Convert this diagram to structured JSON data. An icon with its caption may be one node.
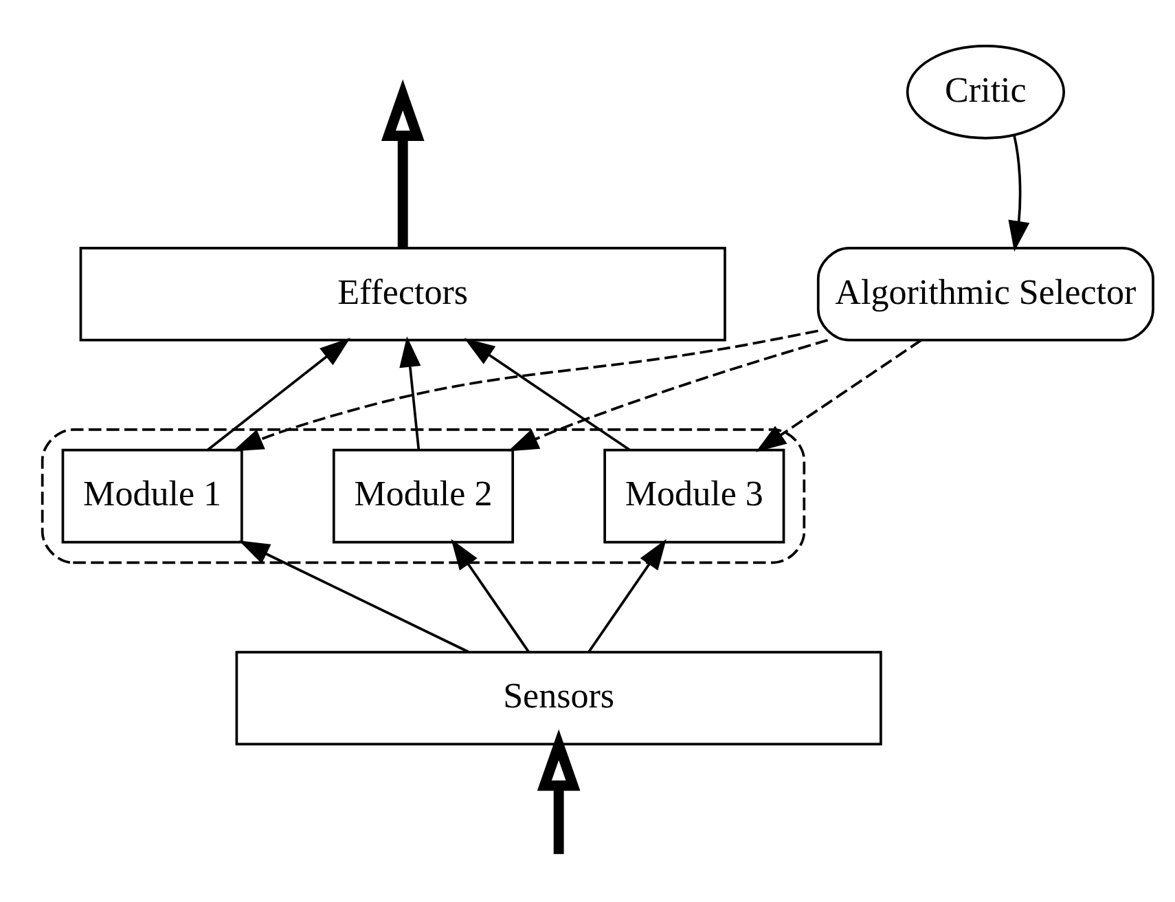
{
  "diagram": {
    "nodes": [
      {
        "text": [
          "Effectors"
        ]
      },
      {
        "text": [],
        "shape": "box"
      },
      {
        "text": [
          "Module 1"
        ],
        "in": 1
      },
      {
        "text": [
          "Module 2"
        ],
        "in": 1
      },
      {
        "text": [
          "Module 3"
        ],
        "in": 1
      },
      {
        "text": [
          "Sensors"
        ]
      },
      {
        "text": [
          "Critic"
        ]
      },
      {
        "text": [
          "Algorithmic Selector"
        ]
      }
    ],
    "edges": [
      {
        "from": null,
        "to": 5,
        "arrow": "to",
        "style": "thick"
      },
      {
        "from": 5,
        "to": 2,
        "arrow": "to"
      },
      {
        "from": 5,
        "to": 3,
        "arrow": "to"
      },
      {
        "from": 5,
        "to": 4,
        "arrow": "to"
      },
      {
        "from": 2,
        "to": 0,
        "arrow": "to"
      },
      {
        "from": 3,
        "to": 0,
        "arrow": "to"
      },
      {
        "from": 4,
        "to": 0,
        "arrow": "to"
      },
      {
        "from": 0,
        "to": null,
        "arrow": "to",
        "style": "thick"
      },
      {
        "from": 6,
        "to": 7,
        "arrow": "to"
      },
      {
        "from": 7,
        "to": 2,
        "arrow": "to",
        "style": "dashed"
      },
      {
        "from": 7,
        "to": 3,
        "arrow": "to",
        "style": "dashed"
      },
      {
        "from": 7,
        "to": 4,
        "arrow": "to",
        "style": "dashed"
      }
    ]
  }
}
